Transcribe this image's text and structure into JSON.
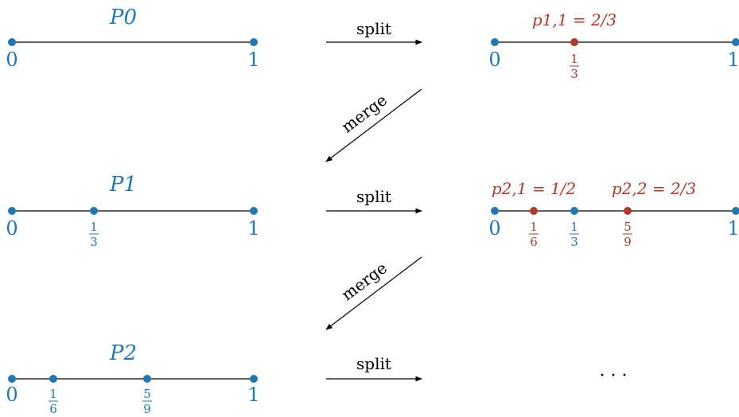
{
  "colors": {
    "partition": "#1f78b4",
    "split_point": "#b0392b",
    "line": "#000000"
  },
  "row0": {
    "title": "P0",
    "left_end": {
      "label": "0"
    },
    "right_end": {
      "label": "1"
    },
    "split": {
      "arrow_label": "split",
      "annotation": "p1,1 = 2/3",
      "left_end": {
        "label": "0"
      },
      "right_end": {
        "label": "1"
      },
      "new_point": {
        "num": "1",
        "den": "3"
      }
    },
    "merge": {
      "arrow_label": "merge"
    }
  },
  "row1": {
    "title": "P1",
    "left_end": {
      "label": "0"
    },
    "right_end": {
      "label": "1"
    },
    "point": {
      "num": "1",
      "den": "3"
    },
    "split": {
      "arrow_label": "split",
      "annotation_left": "p2,1 = 1/2",
      "annotation_right": "p2,2 = 2/3",
      "left_end": {
        "label": "0"
      },
      "right_end": {
        "label": "1"
      },
      "point_a": {
        "num": "1",
        "den": "6"
      },
      "point_b": {
        "num": "1",
        "den": "3"
      },
      "point_c": {
        "num": "5",
        "den": "9"
      }
    },
    "merge": {
      "arrow_label": "merge"
    }
  },
  "row2": {
    "title": "P2",
    "left_end": {
      "label": "0"
    },
    "right_end": {
      "label": "1"
    },
    "point_a": {
      "num": "1",
      "den": "6"
    },
    "point_b": {
      "num": "5",
      "den": "9"
    },
    "split": {
      "arrow_label": "split",
      "ellipsis": "· · ·"
    }
  }
}
